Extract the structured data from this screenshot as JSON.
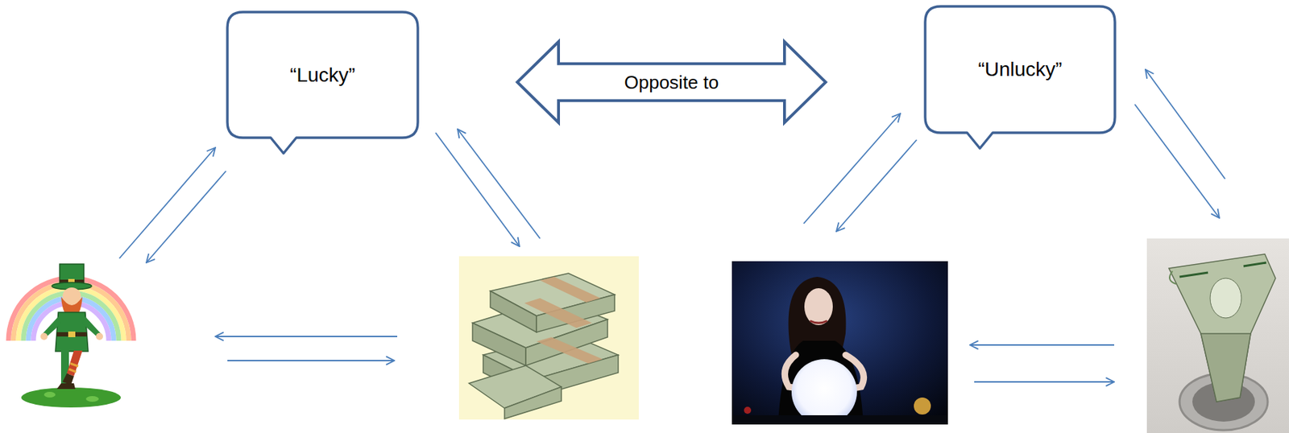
{
  "diagram": {
    "nodes": [
      {
        "text": [
          "“Lucky”"
        ]
      },
      {
        "text": [
          "“Unlucky”"
        ]
      }
    ],
    "edges": [
      {
        "from": 0,
        "to": 1,
        "label": "Opposite to",
        "arrow": "both"
      }
    ]
  }
}
